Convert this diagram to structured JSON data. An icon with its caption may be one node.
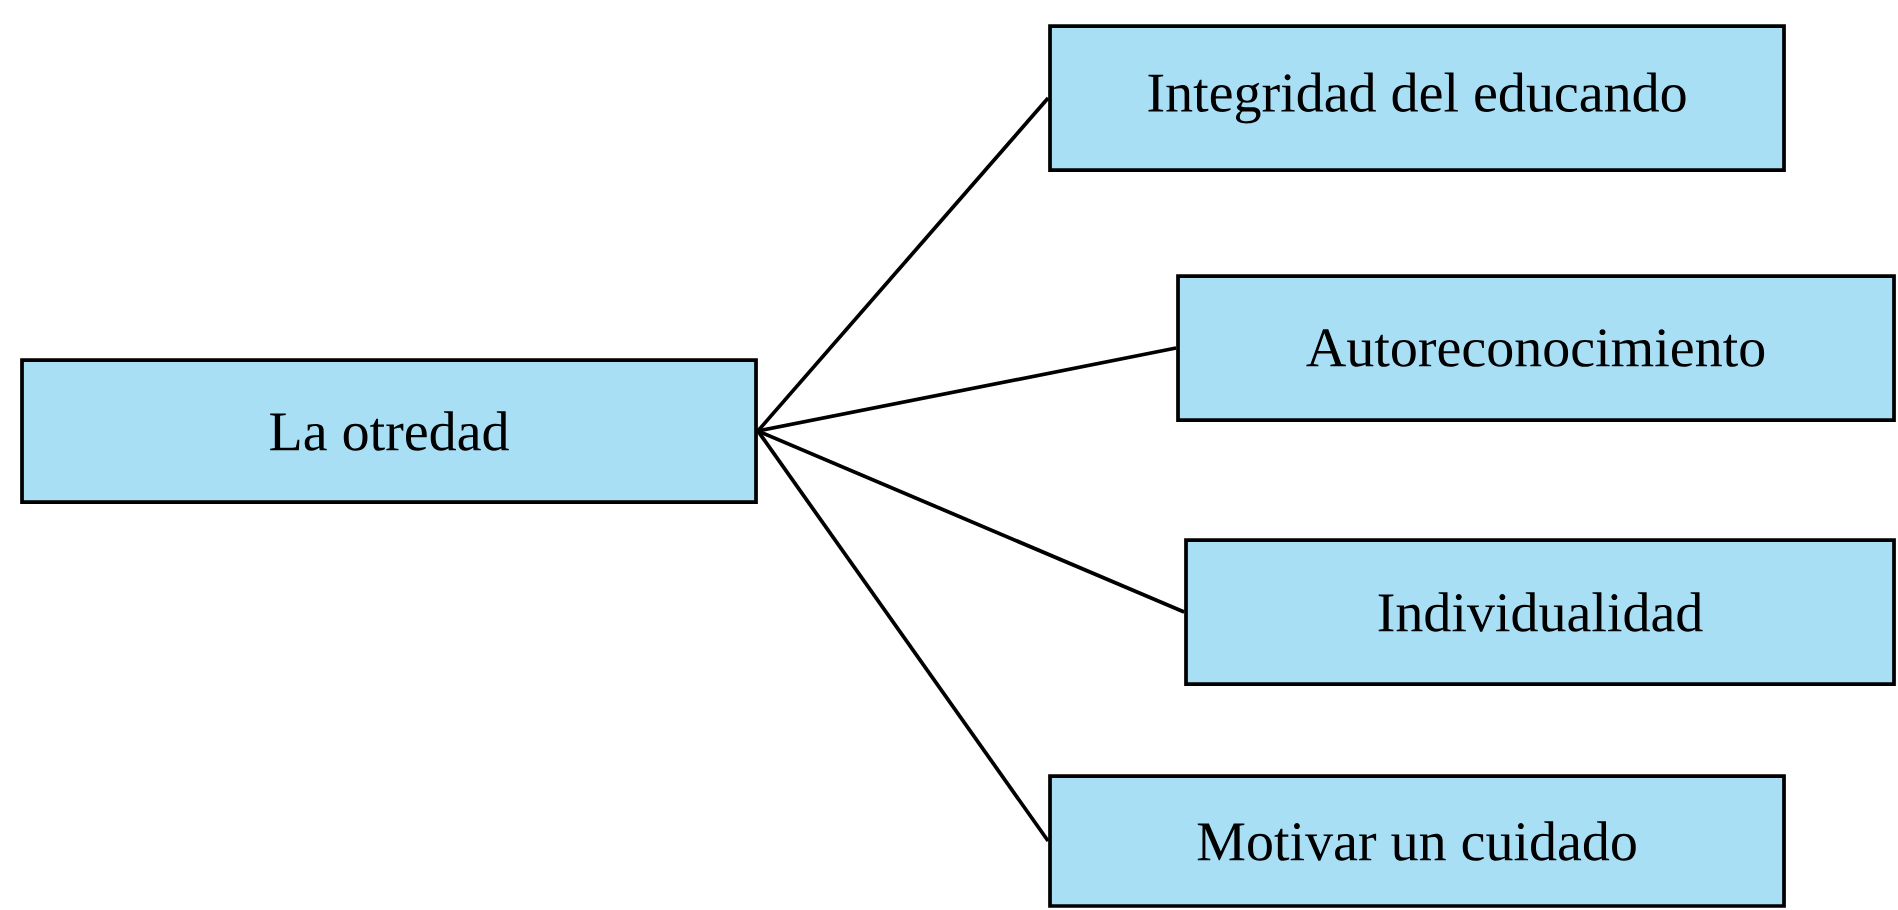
{
  "diagram": {
    "nodes": [
      {
        "text": [
          "La otredad"
        ]
      },
      {
        "text": [
          "Integridad del educando"
        ]
      },
      {
        "text": [
          "Autoreconocimiento"
        ]
      },
      {
        "text": [
          "Individualidad"
        ]
      },
      {
        "text": [
          "Motivar un cuidado"
        ]
      }
    ],
    "edges": [
      {
        "from": 0,
        "to": 1,
        "arrow": "none"
      },
      {
        "from": 0,
        "to": 2,
        "arrow": "none"
      },
      {
        "from": 0,
        "to": 3,
        "arrow": "none"
      },
      {
        "from": 0,
        "to": 4,
        "arrow": "none"
      }
    ]
  }
}
